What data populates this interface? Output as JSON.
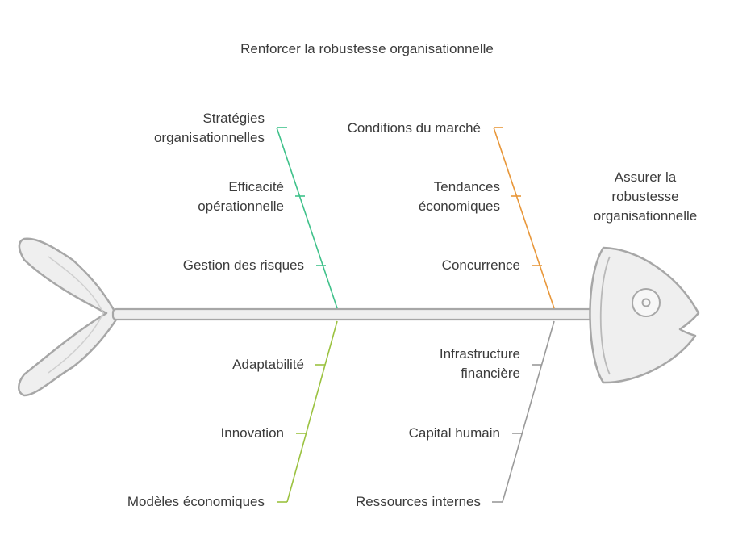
{
  "title": "Renforcer la robustesse organisationnelle",
  "head_label": "Assurer la\nrobustesse\norganisationnelle",
  "colors": {
    "top_left": "#3fc18a",
    "top_right": "#e8973a",
    "bottom_left": "#9bc240",
    "bottom_right": "#9a9a9a",
    "fish_fill": "#efefef",
    "fish_stroke": "#a7a7a7",
    "text": "#3b3b3b"
  },
  "branches": {
    "top_left": {
      "items": [
        "Stratégies\norganisationnelles",
        "Efficacité\nopérationnelle",
        "Gestion des risques"
      ]
    },
    "top_right": {
      "items": [
        "Conditions du marché",
        "Tendances\néconomiques",
        "Concurrence"
      ]
    },
    "bottom_left": {
      "items": [
        "Adaptabilité",
        "Innovation",
        "Modèles économiques"
      ]
    },
    "bottom_right": {
      "items": [
        "Infrastructure\nfinancière",
        "Capital humain",
        "Ressources internes"
      ]
    }
  }
}
